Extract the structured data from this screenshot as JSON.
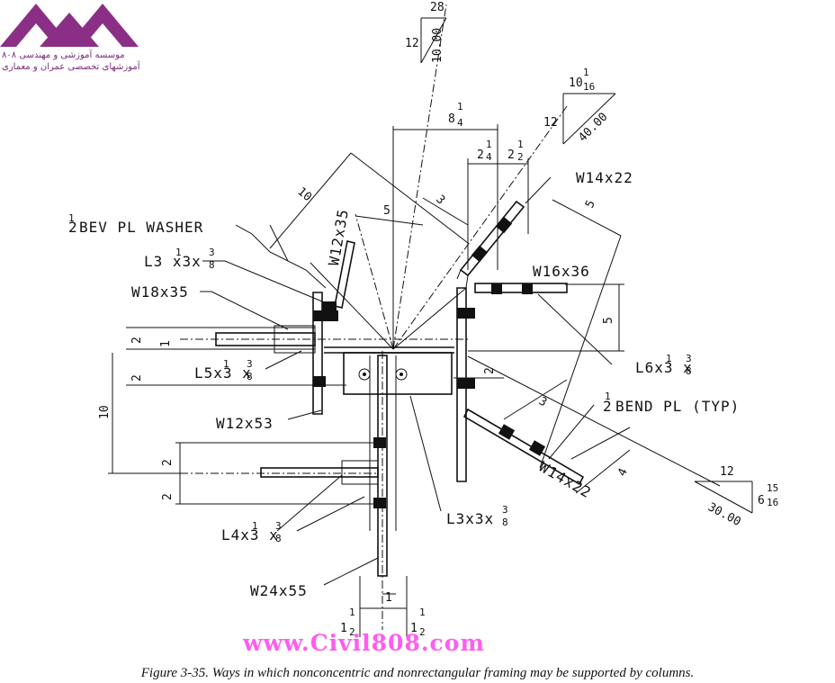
{
  "logo": {
    "line1": "موسسه آموزشی و مهندسی ۸۰۸",
    "line2": "آموزشهای تخصصی عمران و معماری",
    "color": "#8b2f86"
  },
  "labels": {
    "w14x22_top": "W14x22",
    "w16x36": "W16x36",
    "w12x35": "W12x35",
    "bev_washer": "BEV PL WASHER",
    "l_3_5x3x3_8": "L3 x3x",
    "w18x35": "W18x35",
    "l5x3_5x3_8": "L5x3 x",
    "w12x53": "W12x53",
    "l6x3_5x3_8": "L6x3 x",
    "bend_pl": "BEND PL (TYP)",
    "w14x22_bot": "W14x22",
    "l3x3x3_8": "L3x3x",
    "l4x3_5x3_8": "L4x3 x",
    "w24x55": "W24x55"
  },
  "dims": {
    "top_slope_run": "12",
    "top_slope_diag": "10.00",
    "top_slope_rise": "28",
    "dim_8_1_4": "8",
    "dim_2_1_4": "2",
    "dim_2_1_2": "2",
    "dim_10": "10",
    "dim_5": "5",
    "dim_3_top": "3",
    "dim_5_1_2": "5",
    "dim_5_right": "5",
    "dim_2_3_4_a": "2",
    "dim_1": "1",
    "dim_2_3_4_b": "2",
    "dim_2_1_6": "2",
    "dim_10_left": "10",
    "dim_2_3_4_c": "2",
    "dim_2_3_4_d": "2",
    "dim_3_bot": "3",
    "dim_4_1_4": "4",
    "dim_1_bottom": "1",
    "dim_1_1_2_a": "1",
    "dim_1_1_2_b": "1",
    "slope_ur_run": "12",
    "slope_ur_rise": "10",
    "slope_ur_diag": "40.00",
    "slope_lr_run": "12",
    "slope_lr_rise": "6",
    "slope_lr_diag": "30.00"
  },
  "fractions": {
    "half": "1",
    "quarter_num": "1",
    "quarter_den": "4",
    "half_den": "2",
    "three": "3",
    "eight": "8",
    "sixteen": "16",
    "fifteen": "15"
  },
  "watermark": "www.Civil808.com",
  "caption": "Figure 3-35.  Ways in which nonconcentric and nonrectangular framing may be supported by columns."
}
